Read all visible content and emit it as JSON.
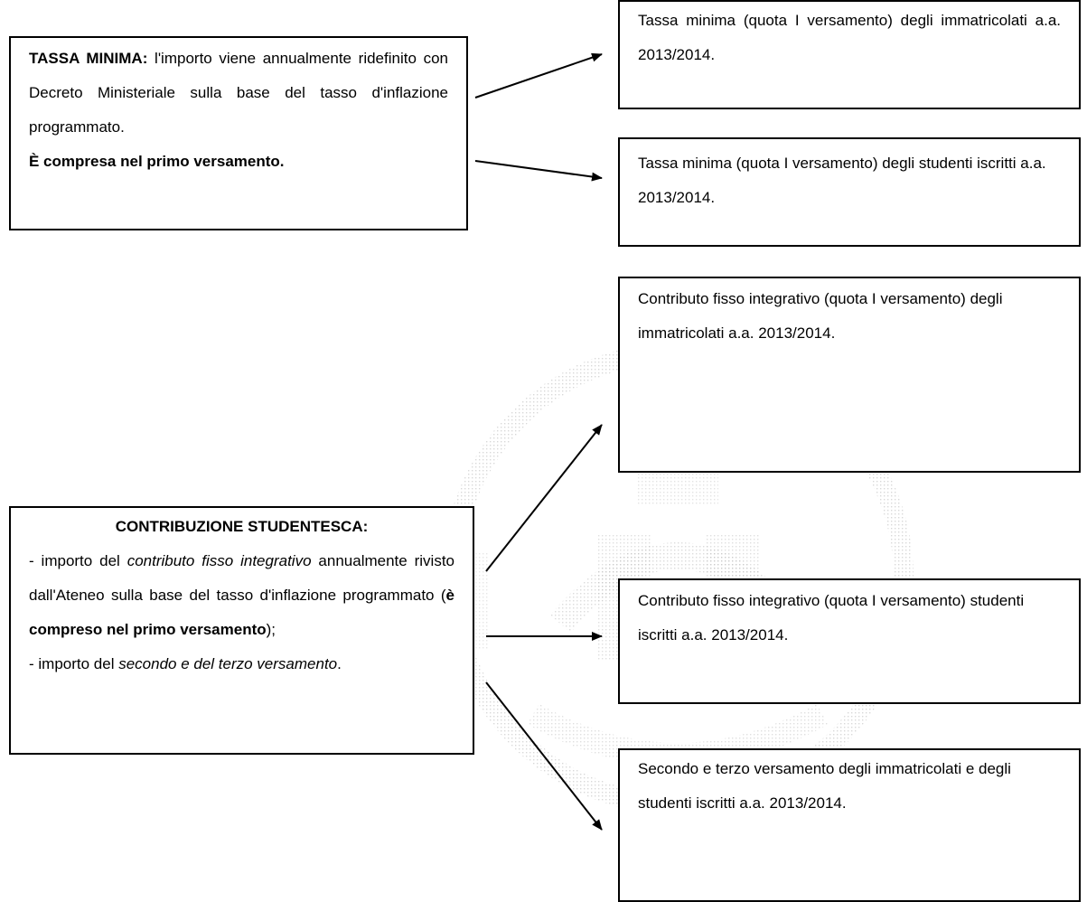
{
  "tassa_box": {
    "heading": "TASSA MINIMA:",
    "body": " l'importo viene annualmente ridefinito con Decreto Ministeriale sulla base del tasso d'inflazione programmato.",
    "emphasis": "È compresa nel primo versamento."
  },
  "contrib_box": {
    "heading": "CONTRIBUZIONE STUDENTESCA:",
    "item1_prefix": "- importo del ",
    "item1_italic": "contributo fisso integrativo",
    "item1_middle": " annualmente rivisto dall'Ateneo sulla base del tasso d'inflazione programmato (",
    "item1_bold": "è compreso nel primo versamento",
    "item1_suffix": ");",
    "item2_prefix": "- importo del ",
    "item2_italic": "secondo e del terzo versamento",
    "item2_suffix": "."
  },
  "right_boxes": [
    {
      "text": "Tassa minima (quota I versamento) degli immatricolati a.a. 2013/2014."
    },
    {
      "text": "Tassa minima (quota I versamento) degli studenti iscritti a.a. 2013/2014."
    },
    {
      "text": "Contributo fisso integrativo (quota I versamento) degli immatricolati a.a. 2013/2014."
    },
    {
      "text": "Contributo fisso integrativo (quota I versamento) studenti iscritti a.a. 2013/2014."
    },
    {
      "text": "Secondo e terzo versamento degli immatricolati e degli studenti iscritti a.a. 2013/2014."
    }
  ],
  "colors": {
    "stroke": "#000000",
    "background": "#ffffff",
    "watermark": "#bdbdbd"
  }
}
